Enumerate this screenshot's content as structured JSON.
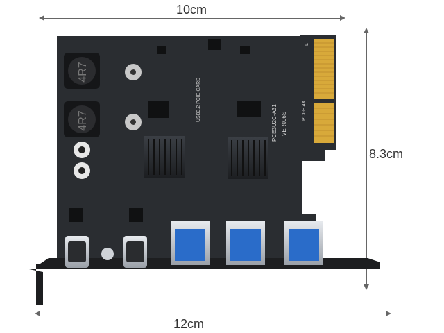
{
  "dimensions": {
    "top": "10cm",
    "right": "8.3cm",
    "bottom": "12cm"
  },
  "board": {
    "silk_main": "USB3.2 PCIE CARD",
    "silk_model": "PCE3U2C-A31",
    "silk_ver": "VER006S",
    "silk_slot": "PCI-E 4X",
    "silk_lt": "LT",
    "inductor_1": "4R7",
    "inductor_2": "4R7"
  },
  "colors": {
    "pcb": "#2a2d31",
    "gold": "#d8a93a",
    "bracket": "#1d1e20",
    "usb_metal": "#c7ccd3",
    "usb_blue": "#2a6cc9"
  }
}
